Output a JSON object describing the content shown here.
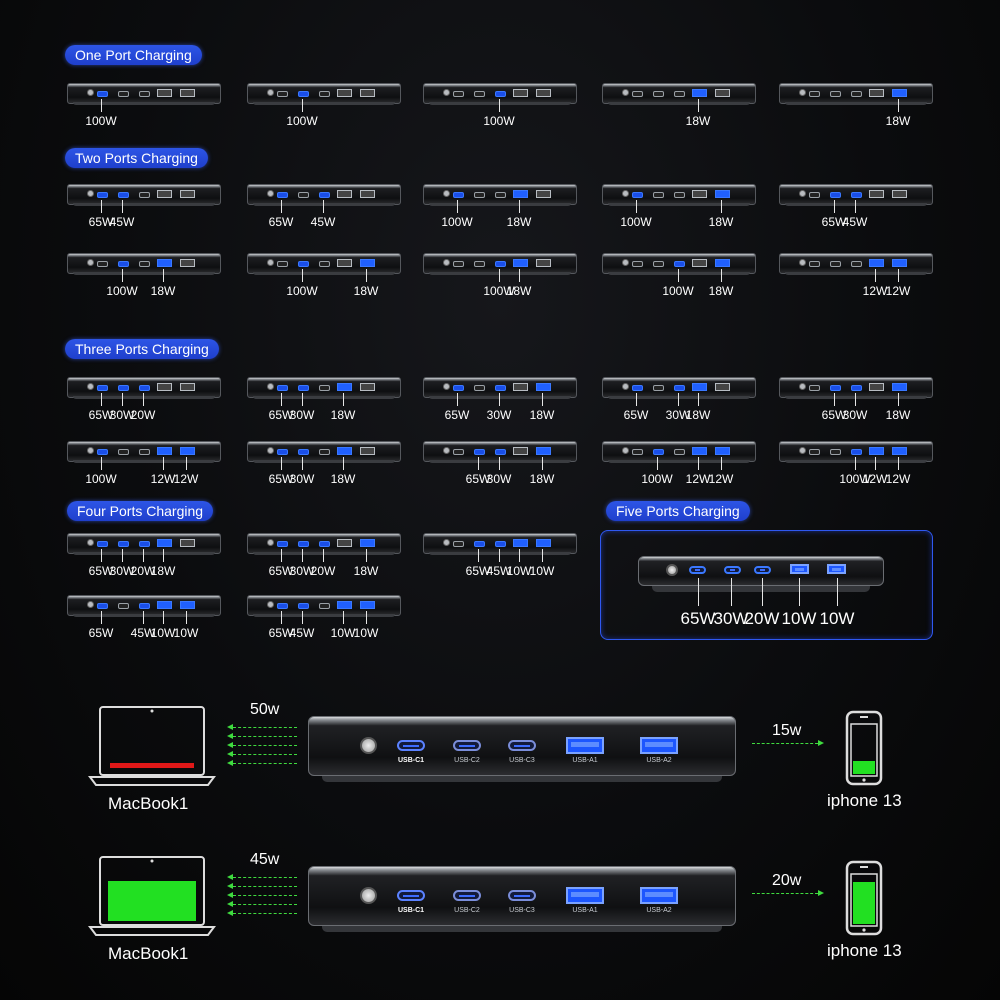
{
  "sections": {
    "one": "One Port Charging",
    "two": "Two Ports Charging",
    "three": "Three Ports Charging",
    "four": "Four Ports Charging",
    "five": "Five Ports Charging"
  },
  "one_port": [
    {
      "active": [
        1
      ],
      "labels": [
        "100W"
      ]
    },
    {
      "active": [
        2
      ],
      "labels": [
        "100W"
      ]
    },
    {
      "active": [
        3
      ],
      "labels": [
        "100W"
      ]
    },
    {
      "active": [
        4
      ],
      "labels": [
        "18W"
      ]
    },
    {
      "active": [
        5
      ],
      "labels": [
        "18W"
      ]
    }
  ],
  "two_ports": [
    {
      "active": [
        1,
        2
      ],
      "labels": [
        "65W",
        "45W"
      ]
    },
    {
      "active": [
        1,
        3
      ],
      "labels": [
        "65W",
        "45W"
      ]
    },
    {
      "active": [
        1,
        4
      ],
      "labels": [
        "100W",
        "18W"
      ]
    },
    {
      "active": [
        1,
        5
      ],
      "labels": [
        "100W",
        "18W"
      ]
    },
    {
      "active": [
        2,
        3
      ],
      "labels": [
        "65W",
        "45W"
      ]
    },
    {
      "active": [
        2,
        4
      ],
      "labels": [
        "100W",
        "18W"
      ]
    },
    {
      "active": [
        2,
        5
      ],
      "labels": [
        "100W",
        "18W"
      ]
    },
    {
      "active": [
        3,
        4
      ],
      "labels": [
        "100W",
        "18W"
      ]
    },
    {
      "active": [
        3,
        5
      ],
      "labels": [
        "100W",
        "18W"
      ]
    },
    {
      "active": [
        4,
        5
      ],
      "labels": [
        "12W",
        "12W"
      ]
    }
  ],
  "three_ports": [
    {
      "active": [
        1,
        2,
        3
      ],
      "labels": [
        "65W",
        "30W",
        "20W"
      ]
    },
    {
      "active": [
        1,
        2,
        4
      ],
      "labels": [
        "65W",
        "30W",
        "18W"
      ]
    },
    {
      "active": [
        1,
        3,
        5
      ],
      "labels": [
        "65W",
        "30W",
        "18W"
      ]
    },
    {
      "active": [
        1,
        3,
        4
      ],
      "labels": [
        "65W",
        "30W",
        "18W"
      ]
    },
    {
      "active": [
        2,
        3,
        5
      ],
      "labels": [
        "65W",
        "30W",
        "18W"
      ]
    },
    {
      "active": [
        1,
        4,
        5
      ],
      "labels": [
        "100W",
        "12W",
        "12W"
      ]
    },
    {
      "active": [
        1,
        2,
        4
      ],
      "labels": [
        "65W",
        "30W",
        "18W"
      ]
    },
    {
      "active": [
        2,
        3,
        5
      ],
      "labels": [
        "65W",
        "30W",
        "18W"
      ]
    },
    {
      "active": [
        2,
        4,
        5
      ],
      "labels": [
        "100W",
        "12W",
        "12W"
      ]
    },
    {
      "active": [
        3,
        4,
        5
      ],
      "labels": [
        "100W",
        "12W",
        "12W"
      ]
    }
  ],
  "four_ports": [
    {
      "active": [
        1,
        2,
        3,
        4
      ],
      "labels": [
        "65W",
        "30W",
        "20W",
        "18W"
      ]
    },
    {
      "active": [
        1,
        2,
        3,
        5
      ],
      "labels": [
        "65W",
        "30W",
        "20W",
        "18W"
      ]
    },
    {
      "active": [
        2,
        3,
        4,
        5
      ],
      "labels": [
        "65W",
        "45W",
        "10W",
        "10W"
      ]
    },
    {
      "active": [
        1,
        3,
        4,
        5
      ],
      "labels": [
        "65W",
        "45W",
        "10W",
        "10W"
      ]
    },
    {
      "active": [
        1,
        2,
        4,
        5
      ],
      "labels": [
        "65W",
        "45W",
        "10W",
        "10W"
      ]
    }
  ],
  "five_ports": {
    "labels": [
      "65W",
      "30W",
      "20W",
      "10W",
      "10W"
    ]
  },
  "port_labels": [
    "USB-C1",
    "USB-C2",
    "USB-C3",
    "USB-A1",
    "USB-A2"
  ],
  "demo": [
    {
      "laptop": "MacBook1",
      "laptop_power": "50w",
      "phone": "iphone 13",
      "phone_power": "15w",
      "laptop_fill": "red",
      "phone_fill": "green-small"
    },
    {
      "laptop": "MacBook1",
      "laptop_power": "45w",
      "phone": "iphone 13",
      "phone_power": "20w",
      "laptop_fill": "green",
      "phone_fill": "green-large"
    }
  ],
  "colors": {
    "accent": "#2a52e8",
    "active_port": "#2060ff",
    "arrow": "#3fdc3f",
    "battery_green": "#22e022",
    "battery_red": "#e01818"
  }
}
